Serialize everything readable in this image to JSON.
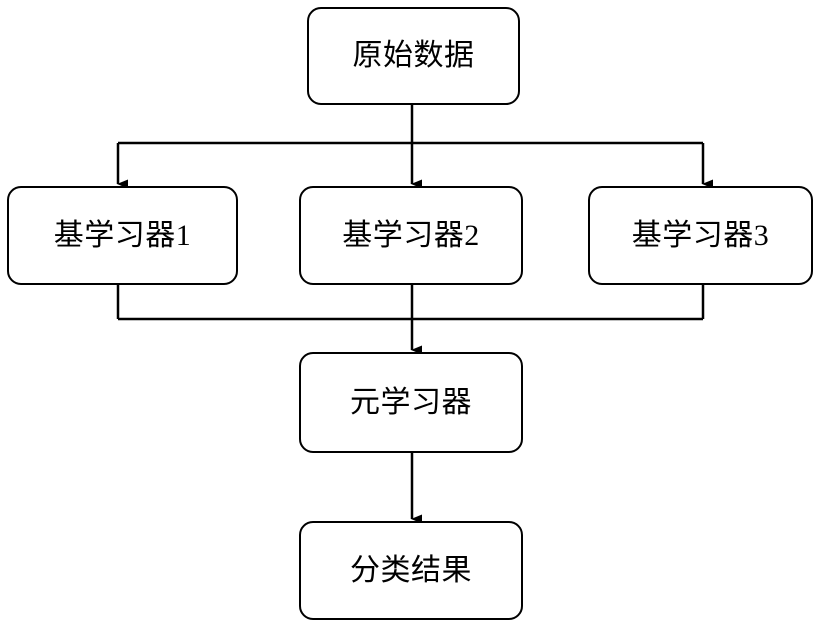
{
  "diagram": {
    "title": "Stacking ensemble learning flowchart",
    "stroke_color": "#000000",
    "fill_color": "#ffffff",
    "nodes": [
      {
        "id": "raw-data",
        "label": "原始数据"
      },
      {
        "id": "base-1",
        "label": "基学习器1"
      },
      {
        "id": "base-2",
        "label": "基学习器2"
      },
      {
        "id": "base-3",
        "label": "基学习器3"
      },
      {
        "id": "meta",
        "label": "元学习器"
      },
      {
        "id": "result",
        "label": "分类结果"
      }
    ],
    "edges": [
      {
        "from": "raw-data",
        "to": "base-1",
        "style": "orthogonal-bus",
        "arrow": true
      },
      {
        "from": "raw-data",
        "to": "base-2",
        "style": "straight",
        "arrow": true
      },
      {
        "from": "raw-data",
        "to": "base-3",
        "style": "orthogonal-bus",
        "arrow": true
      },
      {
        "from": "base-1",
        "to": "meta",
        "style": "orthogonal-bus",
        "arrow": false
      },
      {
        "from": "base-2",
        "to": "meta",
        "style": "straight",
        "arrow": true
      },
      {
        "from": "base-3",
        "to": "meta",
        "style": "orthogonal-bus",
        "arrow": false
      },
      {
        "from": "meta",
        "to": "result",
        "style": "straight",
        "arrow": true
      }
    ]
  }
}
